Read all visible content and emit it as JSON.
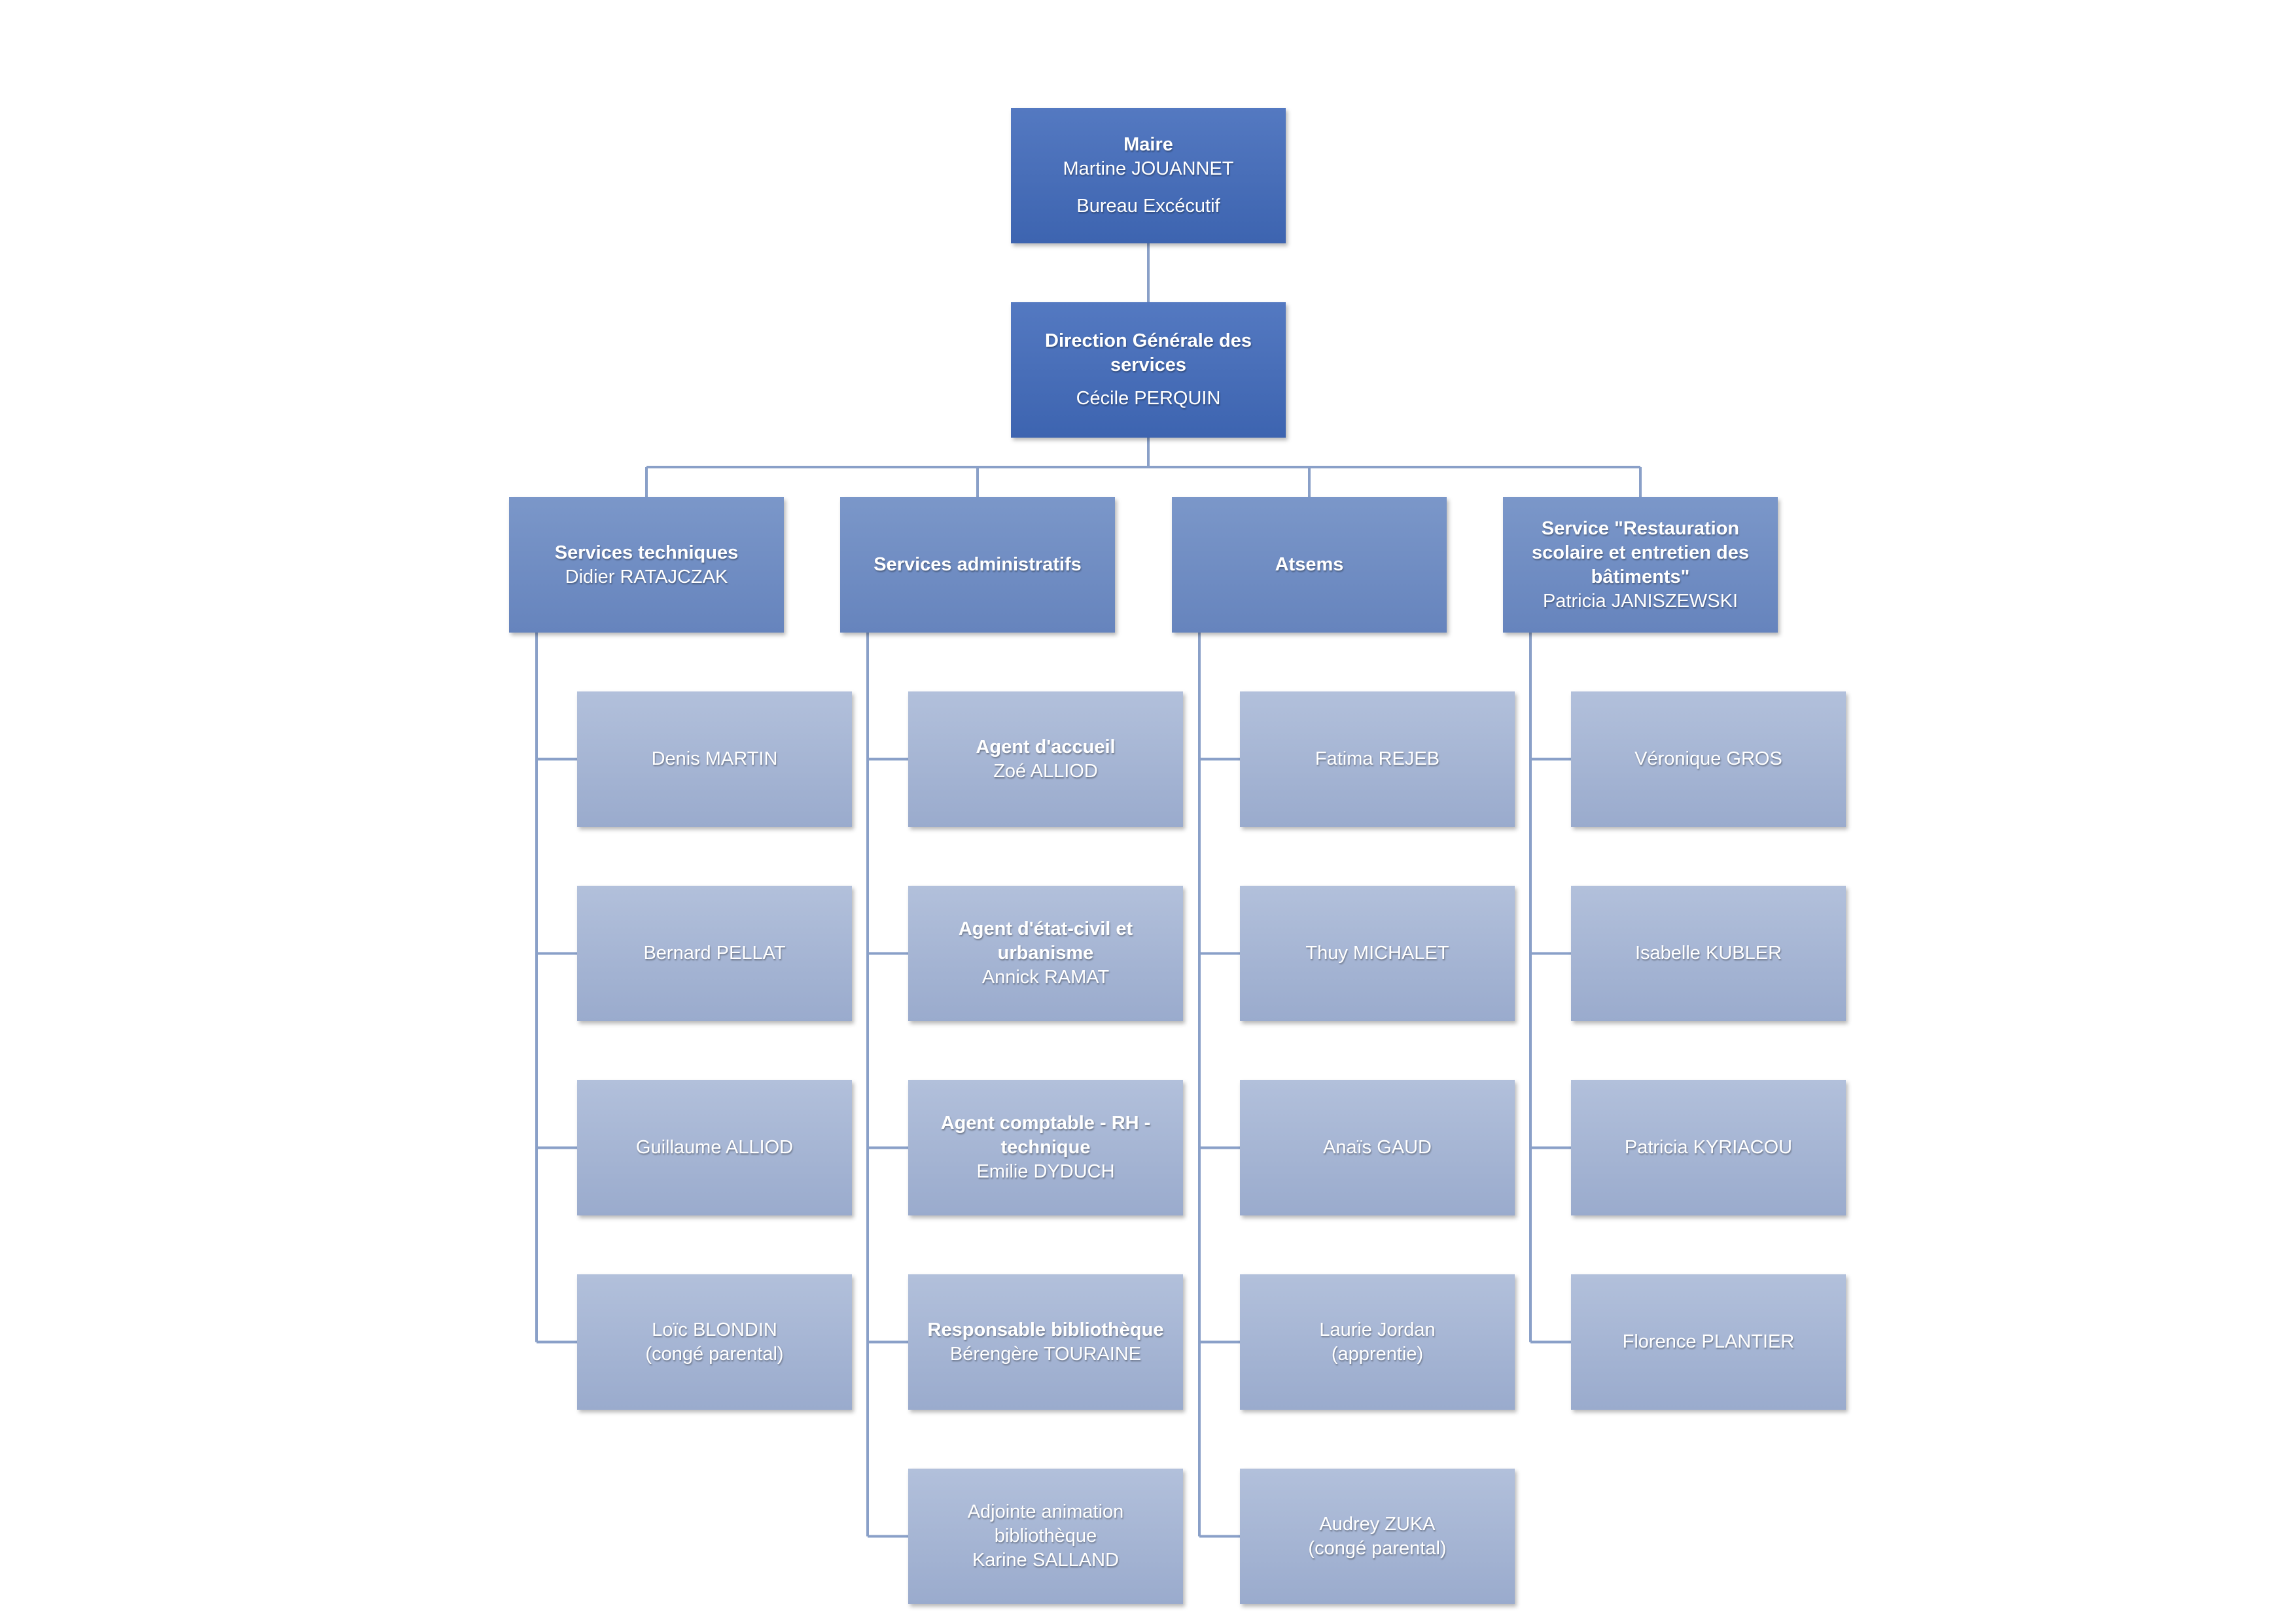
{
  "colors": {
    "top": "#4a6fba",
    "branch": "#7190c6",
    "leaf": "#a7b6d5",
    "line": "#8aa0c8"
  },
  "maire": {
    "title": "Maire",
    "name": "Martine JOUANNET",
    "office": "Bureau Excécutif"
  },
  "dgs": {
    "title": "Direction Générale des services",
    "name": "Cécile PERQUIN"
  },
  "departments": [
    {
      "title": "Services techniques",
      "head": "Didier RATAJCZAK",
      "staff": [
        {
          "title": "",
          "name": "Denis MARTIN"
        },
        {
          "title": "",
          "name": "Bernard PELLAT"
        },
        {
          "title": "",
          "name": "Guillaume ALLIOD"
        },
        {
          "title": "",
          "name": "Loïc BLONDIN\n(congé parental)"
        }
      ]
    },
    {
      "title": "Services administratifs",
      "head": "",
      "staff": [
        {
          "title": "Agent d'accueil",
          "name": "Zoé ALLIOD"
        },
        {
          "title": "Agent d'état-civil et urbanisme",
          "name": "Annick RAMAT"
        },
        {
          "title": "Agent comptable - RH - technique",
          "name": "Emilie DYDUCH"
        },
        {
          "title": "Responsable bibliothèque",
          "name": "Bérengère TOURAINE"
        },
        {
          "title": "",
          "name": "Adjointe animation bibliothèque\nKarine SALLAND"
        }
      ]
    },
    {
      "title": "Atsems",
      "head": "",
      "staff": [
        {
          "title": "",
          "name": "Fatima REJEB"
        },
        {
          "title": "",
          "name": "Thuy MICHALET"
        },
        {
          "title": "",
          "name": "Anaïs GAUD"
        },
        {
          "title": "",
          "name": "Laurie Jordan\n(apprentie)"
        },
        {
          "title": "",
          "name": "Audrey ZUKA\n(congé parental)"
        }
      ]
    },
    {
      "title": "Service \"Restauration scolaire et entretien des bâtiments\"",
      "head": "Patricia JANISZEWSKI",
      "staff": [
        {
          "title": "",
          "name": "Véronique GROS"
        },
        {
          "title": "",
          "name": "Isabelle KUBLER"
        },
        {
          "title": "",
          "name": "Patricia KYRIACOU"
        },
        {
          "title": "",
          "name": "Florence PLANTIER"
        }
      ]
    }
  ]
}
